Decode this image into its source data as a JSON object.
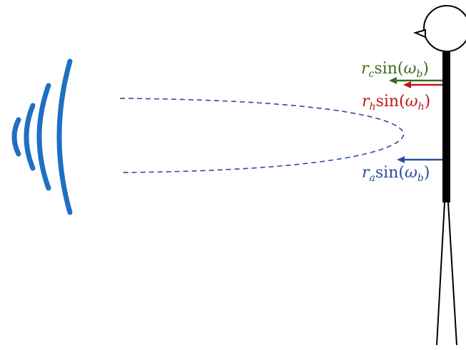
{
  "colors": {
    "wave": "#1f6fc2",
    "green": "#3a6b1e",
    "red": "#c0131b",
    "blue": "#2a4f9c",
    "figure": "#000000"
  },
  "labels": {
    "chest": {
      "r": "r",
      "r_sub": "c",
      "sin": "sin(",
      "omega": "ω",
      "omega_sub": "b",
      "close": ")"
    },
    "heart": {
      "r": "r",
      "r_sub": "h",
      "sin": "sin(",
      "omega": "ω",
      "omega_sub": "h",
      "close": ")"
    },
    "abdomen": {
      "r": "r",
      "r_sub": "a",
      "sin": "sin(",
      "omega": "ω",
      "omega_sub": "b",
      "close": ")"
    }
  }
}
